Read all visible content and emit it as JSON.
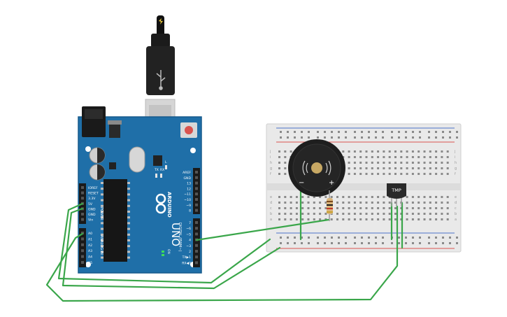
{
  "board": {
    "brand": "ARDUINO",
    "model": "UNO",
    "on_label": "ON",
    "tx_label": "TX",
    "rx_label": "RX",
    "l_label": "L",
    "power_header_title": "POWER",
    "analog_header_title": "ANALOG IN",
    "digital_header_title": "DIGITAL (PWM~)",
    "power_pins": [
      "IOREF",
      "RESET",
      "3.3V",
      "5V",
      "GND",
      "GND",
      "Vin"
    ],
    "analog_pins": [
      "A0",
      "A1",
      "A2",
      "A3",
      "A4",
      "A5"
    ],
    "digital_top_pins": [
      "AREF",
      "GND",
      "13",
      "12",
      "~11",
      "~10",
      "~9",
      "8"
    ],
    "digital_bottom_pins": [
      "7",
      "~6",
      "~5",
      "4",
      "~3",
      "2",
      "TX▶1",
      "RX◀0"
    ]
  },
  "breadboard": {
    "row_letters_top": [
      "j",
      "i",
      "h",
      "g",
      "f"
    ],
    "row_letters_bottom": [
      "e",
      "d",
      "c",
      "b",
      "a"
    ]
  },
  "sensor": {
    "label": "TMP"
  },
  "buzzer": {
    "minus": "−",
    "plus": "+"
  },
  "colors": {
    "board": "#1f6fa8",
    "board_edge": "#175a8c",
    "wire": "#3aa64a",
    "breadboard": "#e9e9e9",
    "rail_red": "#d9534f",
    "rail_blue": "#4a74c9"
  }
}
